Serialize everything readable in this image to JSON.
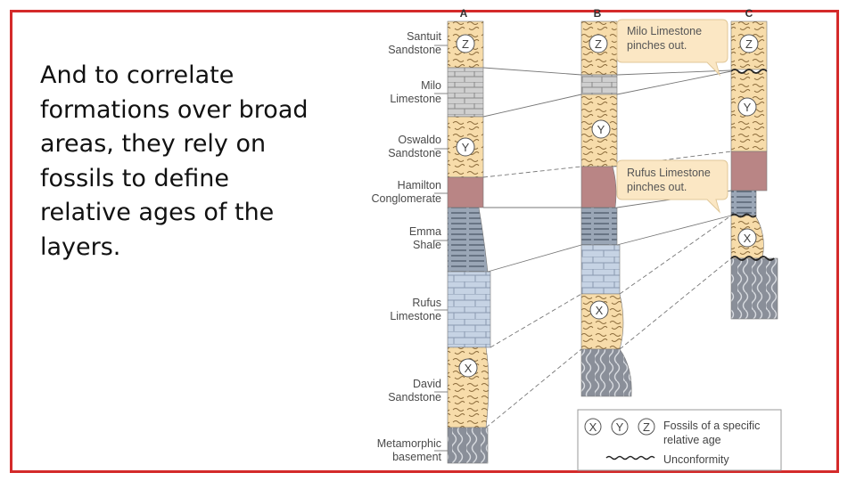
{
  "slide": {
    "text": "And to correlate\nformations over broad\nareas, they rely on\nfossils to define\nrelative ages of the\nlayers."
  },
  "diagram": {
    "columns": [
      "A",
      "B",
      "C"
    ],
    "layers": [
      {
        "line1": "Santuit",
        "line2": "Sandstone"
      },
      {
        "line1": "Milo",
        "line2": "Limestone"
      },
      {
        "line1": "Oswaldo",
        "line2": "Sandstone"
      },
      {
        "line1": "Hamilton",
        "line2": "Conglomerate"
      },
      {
        "line1": "Emma",
        "line2": "Shale"
      },
      {
        "line1": "Rufus",
        "line2": "Limestone"
      },
      {
        "line1": "David",
        "line2": "Sandstone"
      },
      {
        "line1": "Metamorphic",
        "line2": "basement"
      }
    ],
    "callouts": [
      {
        "line1": "Milo Limestone",
        "line2": "pinches out."
      },
      {
        "line1": "Rufus Limestone",
        "line2": "pinches out."
      }
    ],
    "fossil_markers": [
      "X",
      "Y",
      "Z"
    ],
    "legend": {
      "fossils_line1": "Fossils of a specific",
      "fossils_line2": "relative age",
      "unconformity": "Unconformity"
    },
    "colors": {
      "sandstone": "#f7dcaa",
      "limestone": "#c6d3e4",
      "milo_limestone": "#cfcfcf",
      "conglomerate": "#b98585",
      "shale": "#7d8a9c",
      "basement": "#8a8f99",
      "callout_bg": "#fbe7c4",
      "frame": "#d42a2a"
    }
  }
}
